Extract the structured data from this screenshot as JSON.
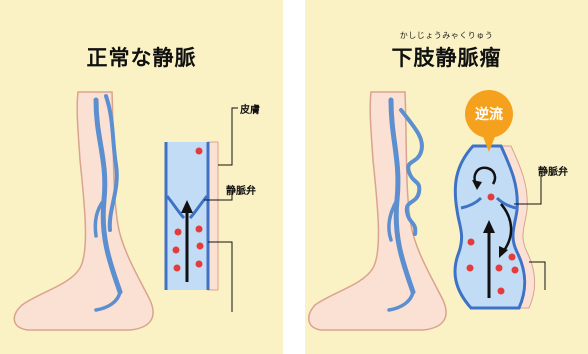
{
  "colors": {
    "panel_bg": "#faf2c4",
    "skin": "#fbe0d4",
    "skin_outline": "#d9a48f",
    "vein": "#5b8fd0",
    "vessel_fill": "#c3dcf6",
    "vessel_wall": "#3d72c6",
    "blood_dot": "#e43c3c",
    "arrow": "#111111",
    "badge": "#f6a11d"
  },
  "left_panel": {
    "title": "正常な静脈",
    "label_skin": "皮膚",
    "label_valve": "静脈弁"
  },
  "right_panel": {
    "ruby": "かしじょうみゃくりゅう",
    "title": "下肢静脈瘤",
    "badge": "逆流",
    "label_valve": "静脈弁"
  }
}
